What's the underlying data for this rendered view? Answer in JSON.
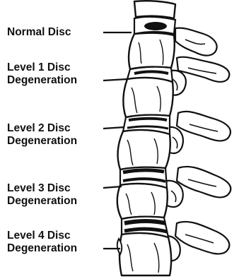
{
  "labels": {
    "normal": {
      "line1": "Normal Disc"
    },
    "level1": {
      "line1": "Level 1 Disc",
      "line2": "Degeneration"
    },
    "level2": {
      "line1": "Level 2 Disc",
      "line2": "Degeneration"
    },
    "level3": {
      "line1": "Level 3 Disc",
      "line2": "Degeneration"
    },
    "level4": {
      "line1": "Level 4 Disc",
      "line2": "Degeneration"
    }
  },
  "icons": [
    "spine-illustration"
  ],
  "colors": {
    "ink": "#111111",
    "background": "#ffffff"
  }
}
